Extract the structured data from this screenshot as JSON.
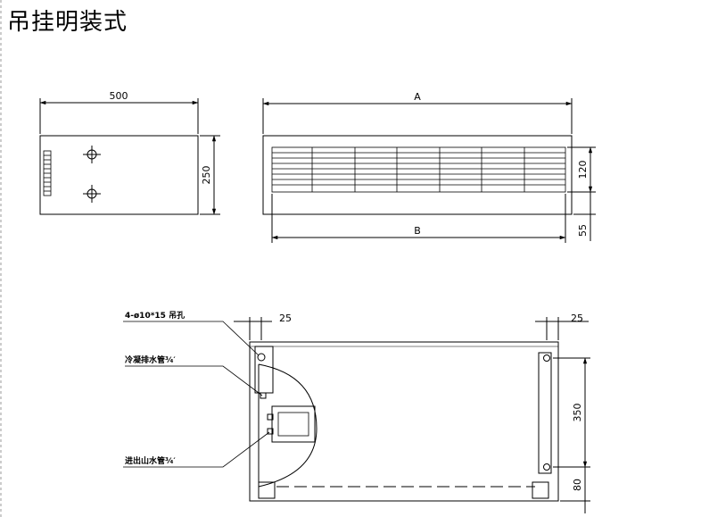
{
  "title": "吊挂明装式",
  "front_view": {
    "width_dim": "500",
    "height_dim": "250"
  },
  "side_view": {
    "dim_a": "A",
    "dim_b": "B",
    "dim_grille": "120",
    "dim_bottom": "55"
  },
  "plan_view": {
    "dim_left_offset": "25",
    "dim_right_offset": "25",
    "dim_hole_spacing": "350",
    "dim_bottom_offset": "80",
    "label_holes": "4-ø10*15 吊孔",
    "label_drain": "冷凝排水管³⁄₄′",
    "label_inlet": "进出山水管³⁄₄′"
  }
}
